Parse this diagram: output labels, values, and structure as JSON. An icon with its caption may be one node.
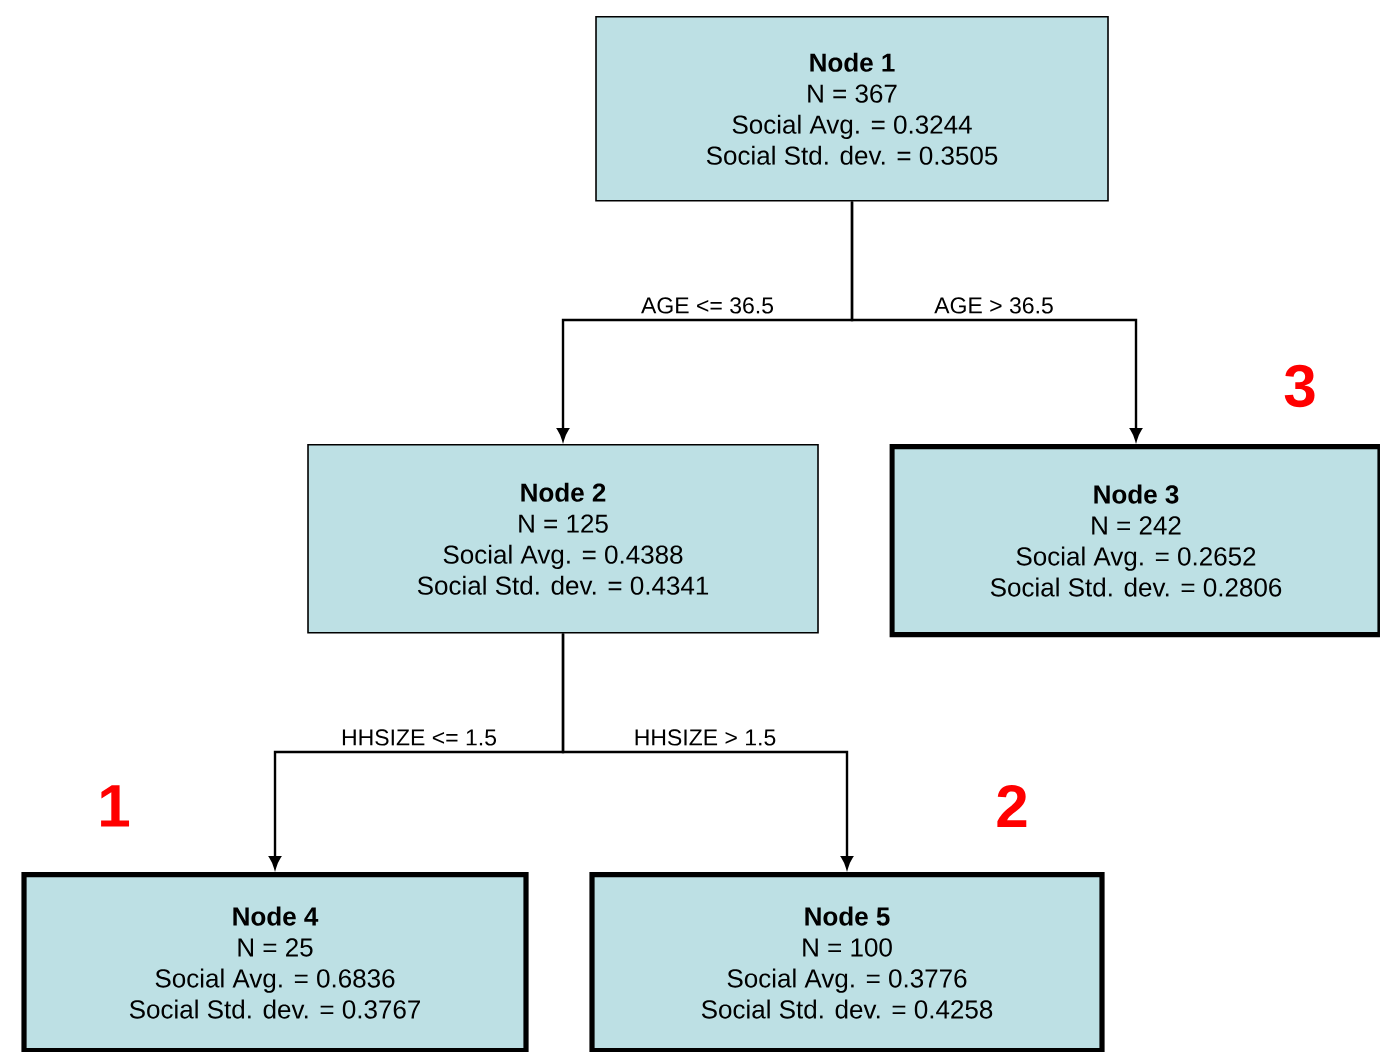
{
  "diagram": {
    "nodes": [
      {
        "text": [
          "Node 1",
          "N = 367",
          "Social Avg. = 0.3244",
          "Social Std. dev. = 0.3505"
        ]
      },
      {
        "text": [
          "Node 2",
          "N = 125",
          "Social Avg. = 0.4388",
          "Social Std. dev. = 0.4341"
        ]
      },
      {
        "text": [
          "Node 3",
          "N = 242",
          "Social Avg. = 0.2652",
          "Social Std. dev. = 0.2806"
        ],
        "beside": [
          "3"
        ]
      },
      {
        "text": [
          "Node 4",
          "N = 25",
          "Social Avg. = 0.6836",
          "Social Std. dev. = 0.3767"
        ],
        "beside": [
          "1"
        ]
      },
      {
        "text": [
          "Node 5",
          "N = 100",
          "Social Avg. = 0.3776",
          "Social Std. dev. = 0.4258"
        ],
        "beside": [
          "2"
        ]
      }
    ],
    "edges": [
      {
        "from": 0,
        "to": 1,
        "arrow": "to",
        "label": "AGE <= 36.5"
      },
      {
        "from": 0,
        "to": 2,
        "arrow": "to",
        "label": "AGE > 36.5"
      },
      {
        "from": 1,
        "to": 3,
        "arrow": "to",
        "label": "HHSIZE <= 1.5"
      },
      {
        "from": 1,
        "to": 4,
        "arrow": "to",
        "label": "HHSIZE > 1.5"
      }
    ]
  }
}
